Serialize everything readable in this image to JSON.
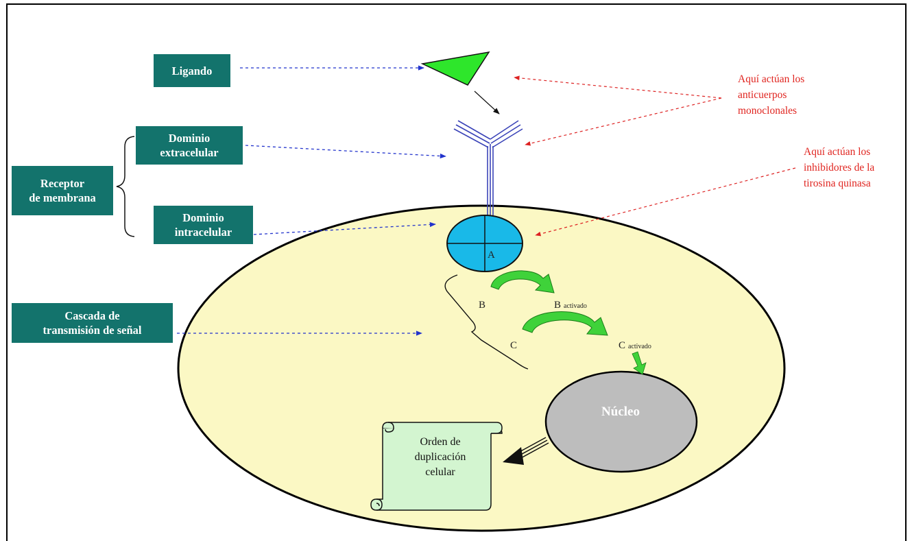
{
  "boxes": {
    "ligando": "Ligando",
    "dominio_extracelular": "Dominio\nextracelular",
    "dominio_intracelular": "Dominio\nintracelular",
    "receptor_membrana": "Receptor\nde membrana",
    "cascada": "Cascada de\ntransmisión de señal"
  },
  "notes": {
    "anticuerpos": "Aquí actúan los\nanticuerpos\nmonoclonales",
    "inhibidores": "Aquí actúan los\ninhibidores de la\ntirosina quinasa"
  },
  "labels": {
    "a": "A",
    "b": "B",
    "c": "C",
    "b_activado_main": "B",
    "b_activado_sub": "activado",
    "c_activado_main": "C",
    "c_activado_sub": "activado",
    "nucleo": "Núcleo",
    "scroll": "Orden de\nduplicación\ncelular"
  },
  "colors": {
    "box_fill": "#13736c",
    "note_text": "#e0241f",
    "cell_fill": "#fbf8c4",
    "ligand_fill": "#2ee62b",
    "receptor_blue": "#3a43b8",
    "kinase_fill": "#19b9e8",
    "arrow_green": "#3fd23a",
    "nucleus_fill": "#bdbdbd",
    "scroll_fill": "#d3f5d0",
    "blue_dash": "#2233cc",
    "red_dash": "#dd2222"
  }
}
